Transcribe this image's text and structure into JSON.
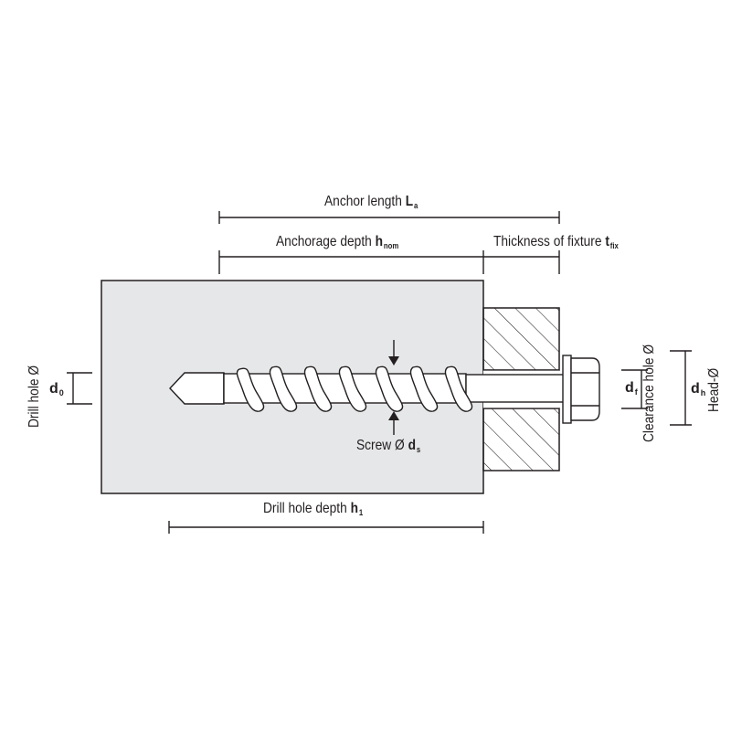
{
  "labels": {
    "anchor_length": {
      "text": "Anchor length ",
      "symbol": "L",
      "sub": "a"
    },
    "anchorage_depth": {
      "text": "Anchorage depth ",
      "symbol": "h",
      "sub": "nom"
    },
    "fixture_thickness": {
      "text": "Thickness of fixture ",
      "symbol": "t",
      "sub": "fix"
    },
    "screw_diameter": {
      "text": "Screw Ø ",
      "symbol": "d",
      "sub": "s"
    },
    "drill_hole_depth": {
      "text": "Drill hole depth ",
      "symbol": "h",
      "sub": "1"
    },
    "drill_hole_diameter": {
      "text": "Drill hole Ø",
      "symbol": "d",
      "sub": "0"
    },
    "clearance_hole_diameter": {
      "text": "Clearance hole Ø",
      "symbol": "d",
      "sub": "f"
    },
    "head_diameter": {
      "text": "Head-Ø",
      "symbol": "d",
      "sub": "h"
    }
  },
  "colors": {
    "concrete": "#e6e7e8",
    "line": "#231f20",
    "screw_fill": "#ffffff",
    "fixture_hatch": "#231f20"
  }
}
